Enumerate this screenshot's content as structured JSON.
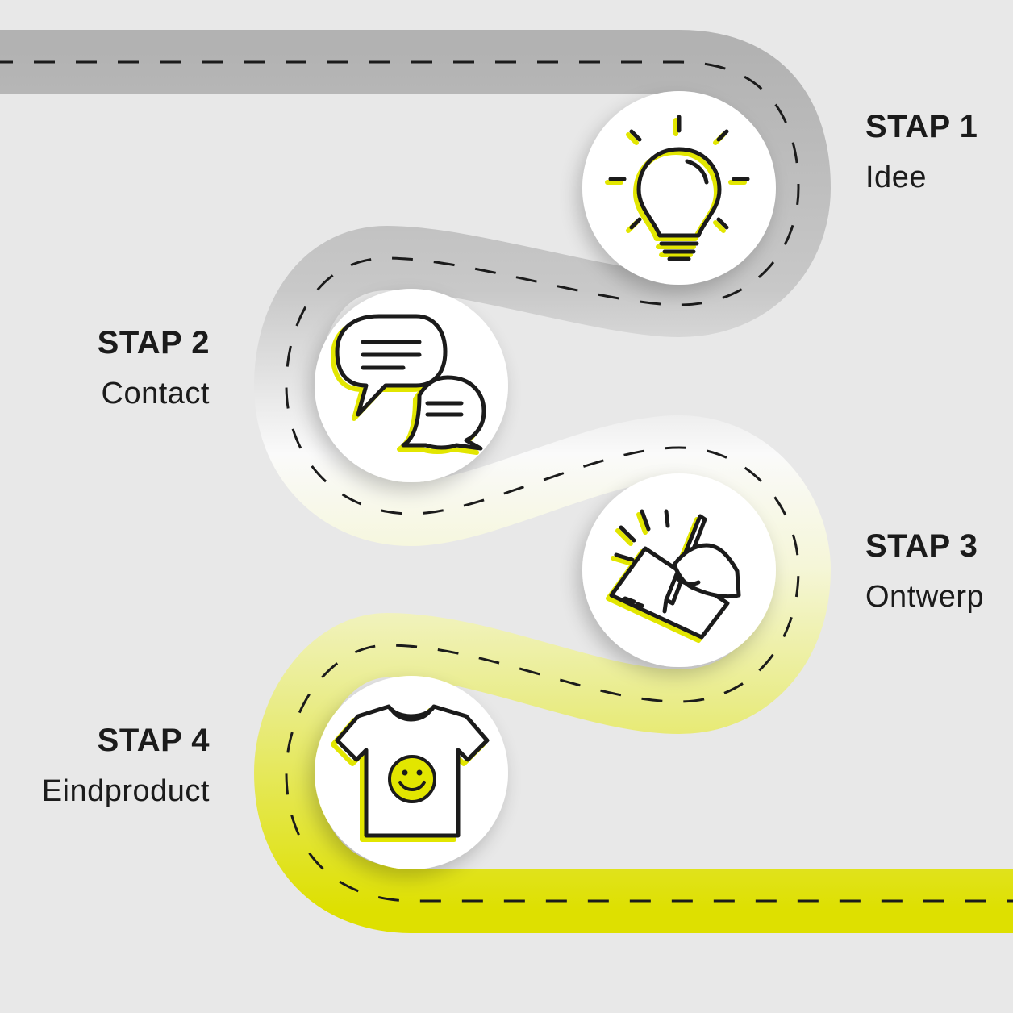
{
  "steps": [
    {
      "number": "STAP 1",
      "name": "Idee",
      "icon": "lightbulb-icon"
    },
    {
      "number": "STAP 2",
      "name": "Contact",
      "icon": "speech-bubbles-icon"
    },
    {
      "number": "STAP 3",
      "name": "Ontwerp",
      "icon": "hand-drawing-icon"
    },
    {
      "number": "STAP 4",
      "name": "Eindproduct",
      "icon": "tshirt-smiley-icon"
    }
  ],
  "colors": {
    "background": "#e8e8e8",
    "road_start": "#b2b2b2",
    "road_end": "#dee000",
    "accent": "#e2e600",
    "outline": "#1b1b1b",
    "dashes": "#1b1b1b",
    "circle_fill": "#ffffff"
  }
}
